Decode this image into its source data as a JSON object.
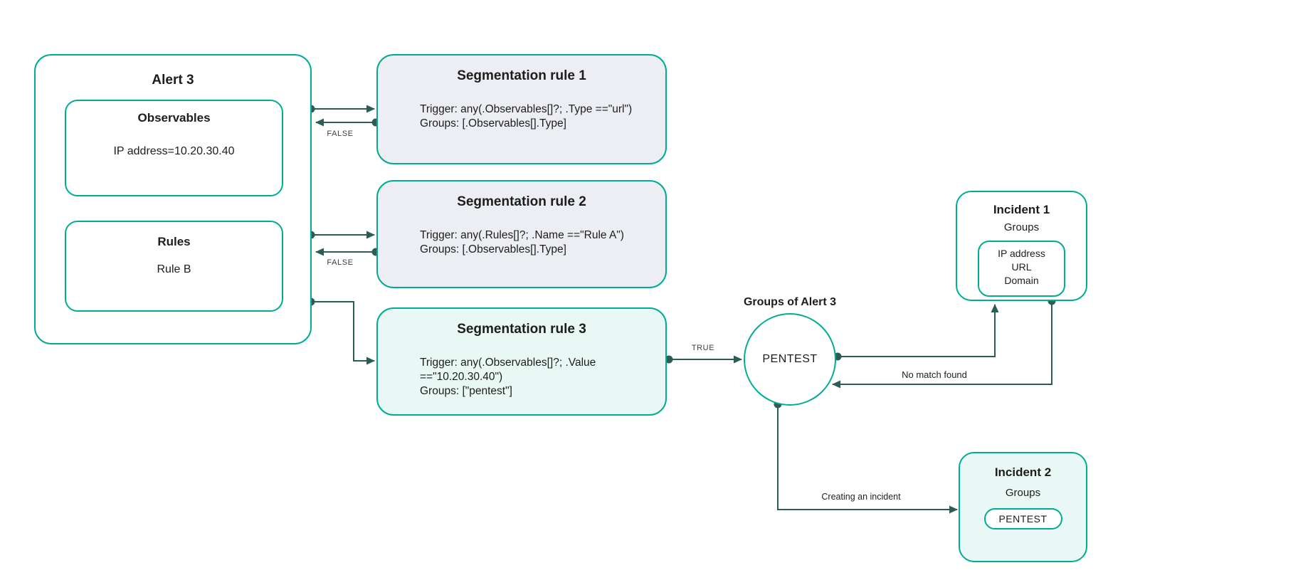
{
  "alert": {
    "title": "Alert 3",
    "observables": {
      "title": "Observables",
      "value": "IP address=10.20.30.40"
    },
    "rules": {
      "title": "Rules",
      "value": "Rule B"
    }
  },
  "segmentation_rules": [
    {
      "title": "Segmentation rule 1",
      "trigger": "Trigger: any(.Observables[]?; .Type ==\"url\")",
      "groups": "Groups: [.Observables[].Type]"
    },
    {
      "title": "Segmentation rule 2",
      "trigger": "Trigger: any(.Rules[]?; .Name ==\"Rule A\")",
      "groups": "Groups: [.Observables[].Type]"
    },
    {
      "title": "Segmentation rule 3",
      "trigger": "Trigger: any(.Observables[]?; .Value ==\"10.20.30.40\")",
      "groups": "Groups: [\"pentest\"]"
    }
  ],
  "groups_node": {
    "label": "Groups of Alert 3",
    "value": "PENTEST"
  },
  "incidents": [
    {
      "title": "Incident 1",
      "subtitle": "Groups",
      "groups": [
        "IP address",
        "URL",
        "Domain"
      ]
    },
    {
      "title": "Incident 2",
      "subtitle": "Groups",
      "groups": [
        "PENTEST"
      ]
    }
  ],
  "edge_labels": {
    "false_rule1": "FALSE",
    "false_rule2": "FALSE",
    "true_rule3": "TRUE",
    "no_match": "No match found",
    "creating_incident": "Creating an incident"
  },
  "colors": {
    "teal": "#00AC93",
    "dark": "#2C5D55",
    "rule_bg": "#ECEEF3",
    "mint_bg": "#E9F8F4"
  }
}
